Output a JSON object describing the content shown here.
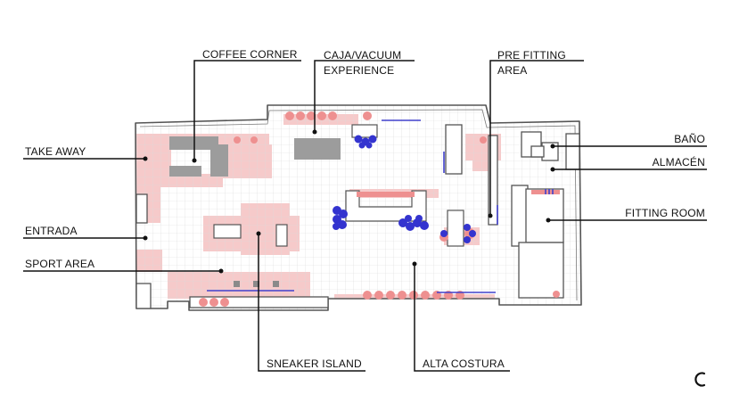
{
  "labels": {
    "coffee_corner": "COFFEE CORNER",
    "caja_line1": "CAJA/VACUUM",
    "caja_line2": "EXPERIENCE",
    "pre_fitting_line1": "PRE FITTING",
    "pre_fitting_line2": "AREA",
    "take_away": "TAKE AWAY",
    "entrada": "ENTRADA",
    "sport_area": "SPORT AREA",
    "bano": "BAÑO",
    "almacen": "ALMACÉN",
    "fitting_room": "FITTING ROOM",
    "sneaker_island": "SNEAKER ISLAND",
    "alta_costura": "ALTA COSTURA"
  },
  "logo": {
    "icon": "brand-logo-icon"
  },
  "colors": {
    "wall": "#555555",
    "grid": "#d9d9d9",
    "zone": "#f6c9c9",
    "fixture": "#ee8f8f",
    "counter": "#9a9a9a",
    "seat": "#3838d0",
    "rail": "#4b4bd0",
    "leader": "#111111"
  }
}
